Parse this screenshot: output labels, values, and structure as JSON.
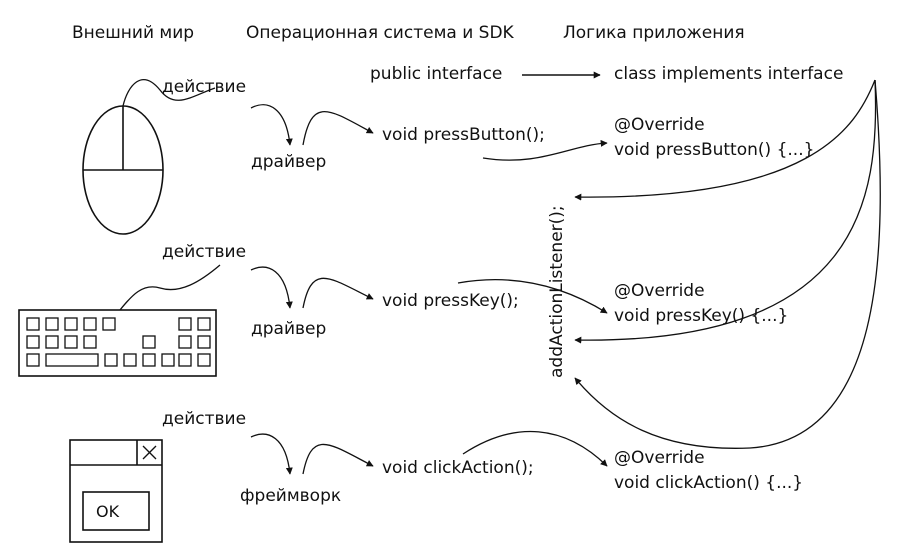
{
  "columns": {
    "external": "Внешний мир",
    "os": "Операционная система и SDK",
    "app": "Логика приложения"
  },
  "interface_row": {
    "public_interface": "public interface",
    "class_impl": "class implements interface"
  },
  "rows": [
    {
      "device_icon": "mouse-icon",
      "action": "действие",
      "layer": "драйвер",
      "method": "void pressButton();",
      "override": "@Override",
      "impl": "void pressButton() {...}"
    },
    {
      "device_icon": "keyboard-icon",
      "action": "действие",
      "layer": "драйвер",
      "method": "void pressKey();",
      "override": "@Override",
      "impl": "void pressKey() {...}"
    },
    {
      "device_icon": "window-icon",
      "action": "действие",
      "layer": "фреймворк",
      "method": "void clickAction();",
      "override": "@Override",
      "impl": "void clickAction() {...}",
      "ok_label": "OK"
    }
  ],
  "listener": "addActionListener();"
}
